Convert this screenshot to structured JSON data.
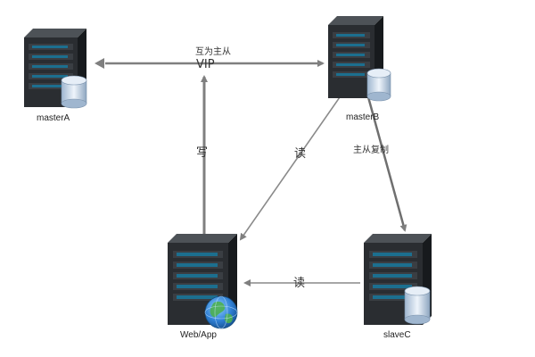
{
  "nodes": {
    "masterA": {
      "label": "masterA"
    },
    "masterB": {
      "label": "masterB"
    },
    "webapp": {
      "label": "Web/App"
    },
    "slaveC": {
      "label": "slaveC"
    }
  },
  "edges": {
    "mutual_master": {
      "label": "互为主从",
      "vip": "VIP"
    },
    "write": {
      "label": "写"
    },
    "read_masterB": {
      "label": "读"
    },
    "replication": {
      "label": "主从复制"
    },
    "read_slaveC": {
      "label": "读"
    }
  },
  "colors": {
    "arrow": "#7f7f7f",
    "vip": "#e53935",
    "read_label": "#2f9bb0",
    "server_front": "#2a2d31",
    "server_side": "#171a1d",
    "server_top": "#4d5257",
    "bay": "#1c6f8f",
    "db_body": "#c8d8ea",
    "globe": "#2f7fd4"
  },
  "icons": {
    "server": "server-tower-icon",
    "database": "database-cylinder-icon",
    "globe": "globe-icon"
  }
}
